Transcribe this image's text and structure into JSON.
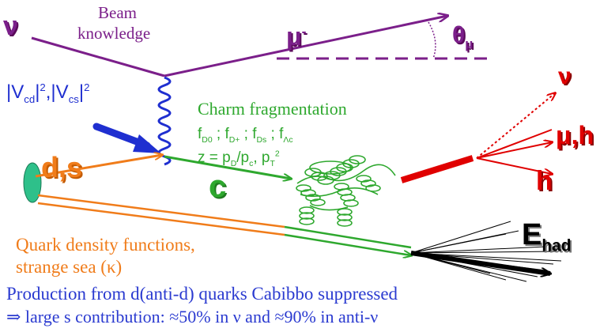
{
  "colors": {
    "neutrino": "#7b1f8a",
    "boson": "#1f2fd0",
    "quark": "#f07c1a",
    "charm": "#2ea82e",
    "decay": "#e00000",
    "hadrons": "#000000",
    "caption": "#2a3ad0"
  },
  "labels": {
    "nu": "ν",
    "beam_line1": "Beam",
    "beam_line2": "knowledge",
    "mu_minus": "μ",
    "mu_minus_sup": "-",
    "theta": "θ",
    "theta_sub": "μ",
    "ckm_a": "|V",
    "ckm_a_sub": "cd",
    "ckm_b": "|",
    "ckm_b_sup": "2",
    "ckm_c": ",|V",
    "ckm_c_sub": "cs",
    "ckm_d": "|",
    "ckm_d_sup": "2",
    "charm_frag": "Charm fragmentation",
    "frag_f": "f",
    "frag_d0": "D0",
    "frag_dplus": "D+",
    "frag_ds": "Ds",
    "frag_lc": "Λc",
    "frag_sep": " ; ",
    "z_eq": "z = p",
    "z_pd_sub": "D",
    "z_slash": "/p",
    "z_pc_sub": "c",
    "z_comma": ", p",
    "z_pt_sub": "T",
    "z_pt_sup": "2",
    "ds": "d,s",
    "c": "c",
    "nu_out": "ν",
    "mu_h": "μ,h",
    "h": "h",
    "e_had": "E",
    "e_had_sub": "had",
    "qdf_line1": "Quark density functions,",
    "qdf_line2": "strange sea (κ)",
    "caption_line1": "Production from d(anti-d) quarks Cabibbo suppressed",
    "caption_line2": "⇒ large s contribution: ≈50% in ν and ≈90% in anti-ν"
  }
}
